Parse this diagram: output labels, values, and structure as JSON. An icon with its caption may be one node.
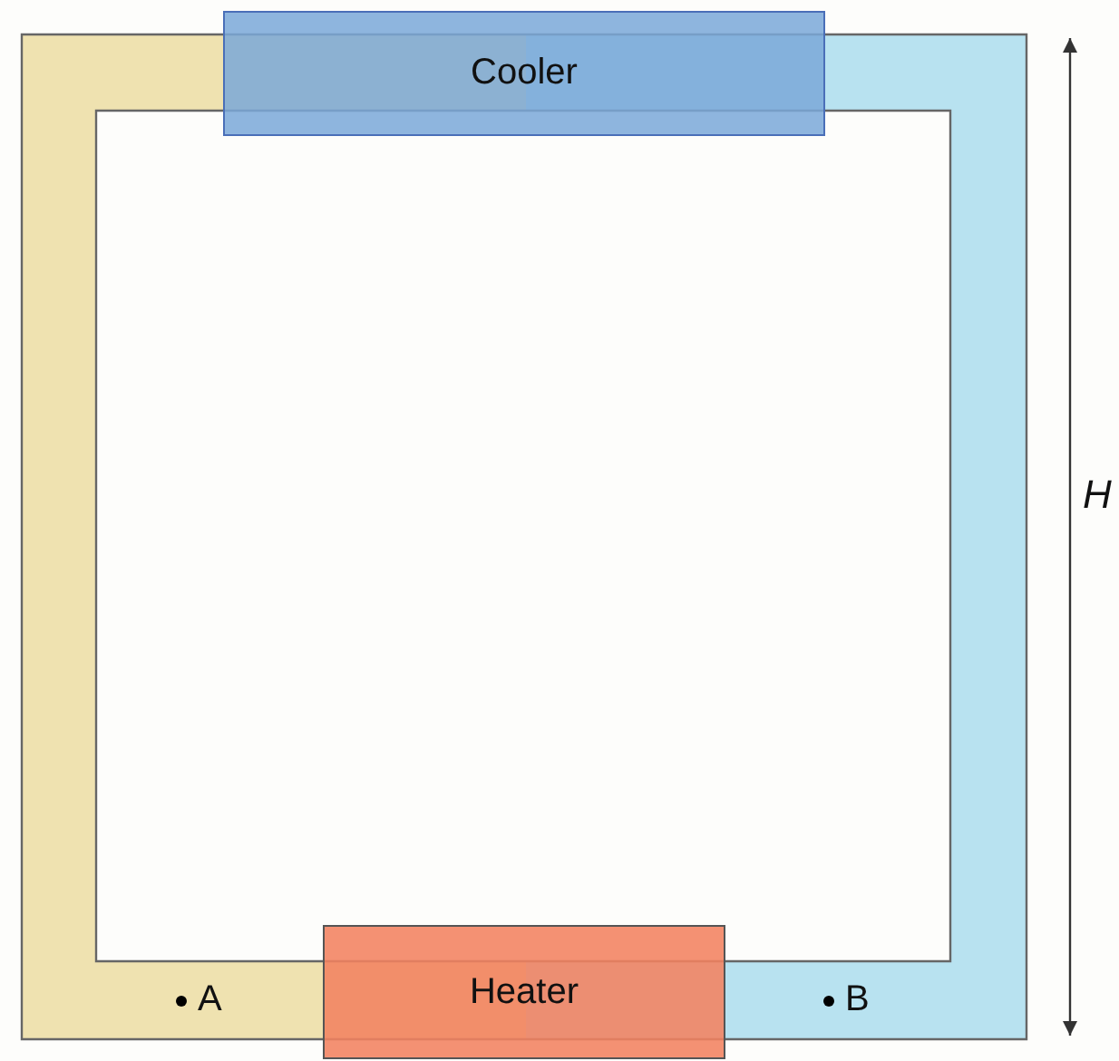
{
  "diagram": {
    "nodes": [
      {
        "text": [
          "Cooler"
        ]
      },
      {
        "text": [
          "Heater"
        ]
      }
    ],
    "labels": [
      "H",
      "A",
      "B"
    ]
  }
}
